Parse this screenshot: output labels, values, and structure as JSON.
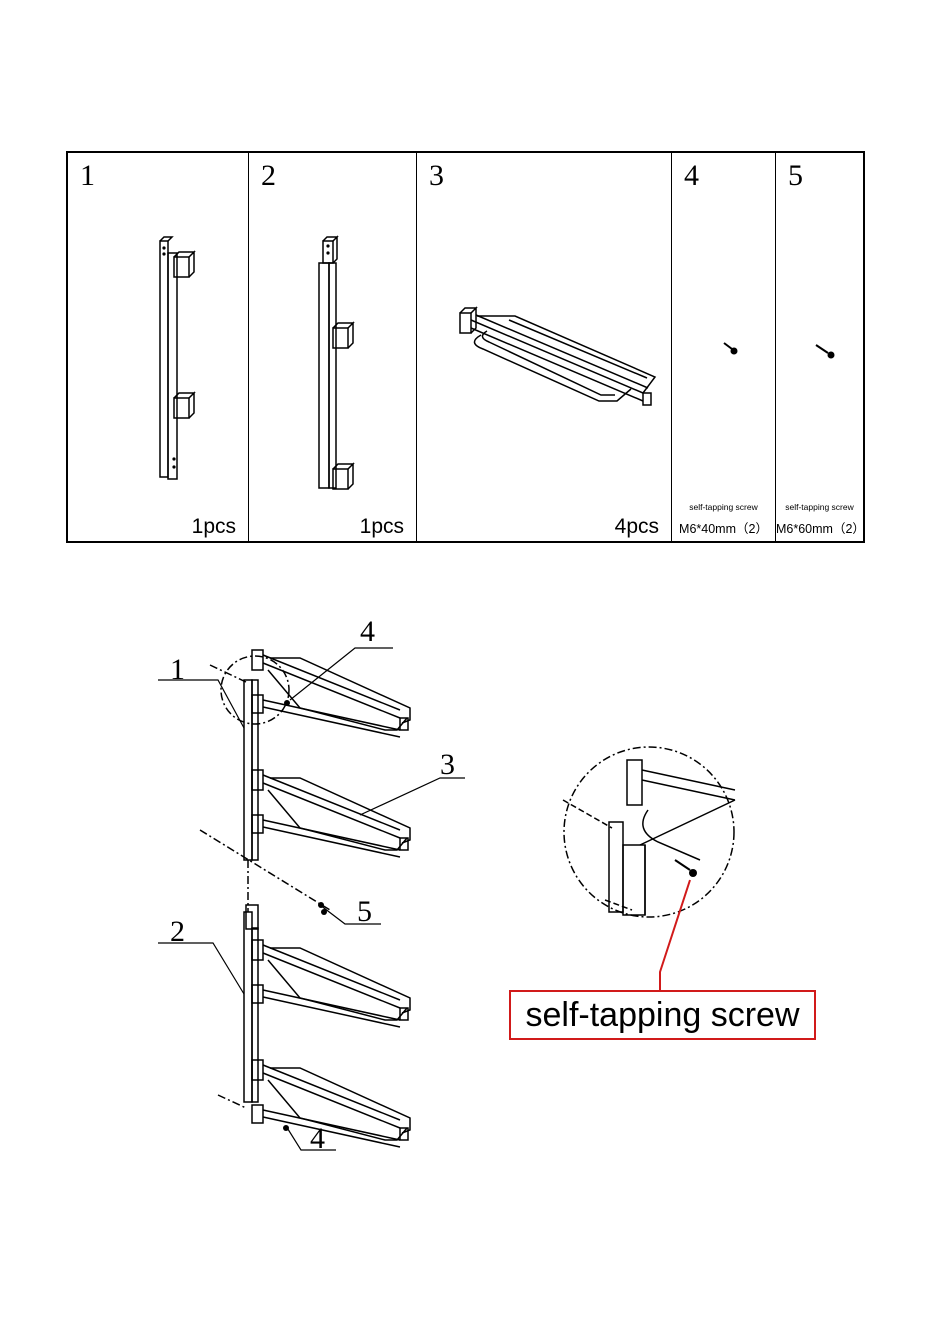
{
  "parts": [
    {
      "number": "1",
      "quantity": "1pcs"
    },
    {
      "number": "2",
      "quantity": "1pcs"
    },
    {
      "number": "3",
      "quantity": "4pcs"
    },
    {
      "number": "4",
      "caption": "self-tapping screw",
      "size": "M6*40mm（2）"
    },
    {
      "number": "5",
      "caption": "self-tapping screw",
      "size": "M6*60mm（2）"
    }
  ],
  "assembly": {
    "callouts": [
      "1",
      "4",
      "3",
      "5",
      "2",
      "4"
    ],
    "detail_label": "self-tapping screw",
    "accent_color": "#d11a1a"
  }
}
